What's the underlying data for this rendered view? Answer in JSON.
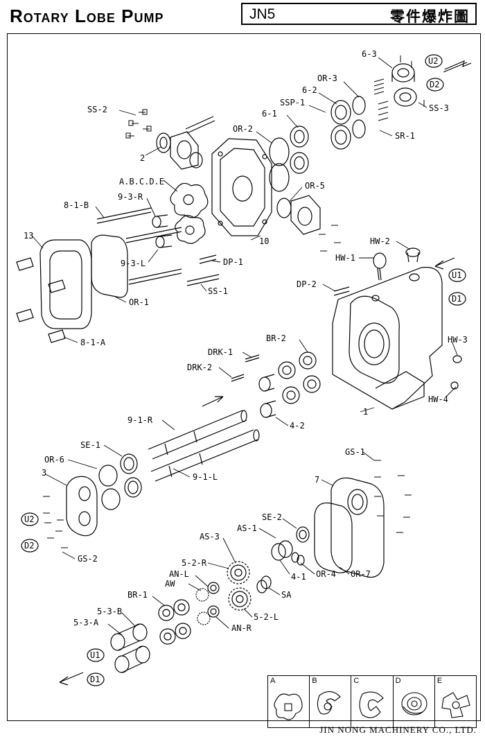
{
  "header": {
    "title": "Rotary Lobe Pump",
    "model": "JN5",
    "subtitle": "零件爆炸圖"
  },
  "footer": {
    "company": "JIN NONG MACHINERY CO., LTD."
  },
  "legend": {
    "cells": [
      "A",
      "B",
      "C",
      "D",
      "E"
    ]
  },
  "labels": {
    "l_6_3": "6-3",
    "l_u2_top": "U2",
    "l_or_3": "OR-3",
    "l_d2_top": "D2",
    "l_6_2": "6-2",
    "l_ssp_1": "SSP-1",
    "l_ss_3": "SS-3",
    "l_6_1": "6-1",
    "l_ss_2": "SS-2",
    "l_sr_1": "SR-1",
    "l_or_2": "OR-2",
    "l_2": "2",
    "l_abcde": "A.B.C.D.E",
    "l_or_5": "OR-5",
    "l_9_3_r": "9-3-R",
    "l_8_1_b": "8-1-B",
    "l_13": "13",
    "l_10": "10",
    "l_hw_2": "HW-2",
    "l_9_3_l": "9-3-L",
    "l_dp_1": "DP-1",
    "l_hw_1": "HW-1",
    "l_u1_mid": "U1",
    "l_dp_2": "DP-2",
    "l_ss_1": "SS-1",
    "l_or_1": "OR-1",
    "l_d1_mid": "D1",
    "l_8_1_a": "8-1-A",
    "l_hw_3": "HW-3",
    "l_br_2": "BR-2",
    "l_drk_1": "DRK-1",
    "l_drk_2": "DRK-2",
    "l_hw_4": "HW-4",
    "l_1": "1",
    "l_9_1_r": "9-1-R",
    "l_4_2": "4-2",
    "l_se_1": "SE-1",
    "l_gs_1": "GS-1",
    "l_or_6": "OR-6",
    "l_9_1_l": "9-1-L",
    "l_3": "3",
    "l_7": "7",
    "l_u2_bot": "U2",
    "l_d2_bot": "D2",
    "l_se_2": "SE-2",
    "l_as_1": "AS-1",
    "l_as_3": "AS-3",
    "l_gs_2": "GS-2",
    "l_5_2_r": "5-2-R",
    "l_an_l": "AN-L",
    "l_aw": "AW",
    "l_4_1": "4-1",
    "l_or_4": "OR-4",
    "l_or_7": "OR-7",
    "l_br_1": "BR-1",
    "l_sa": "SA",
    "l_5_2_l": "5-2-L",
    "l_5_3_b": "5-3-B",
    "l_5_3_a": "5-3-A",
    "l_an_r": "AN-R",
    "l_u1_bot": "U1",
    "l_d1_bot": "D1"
  }
}
